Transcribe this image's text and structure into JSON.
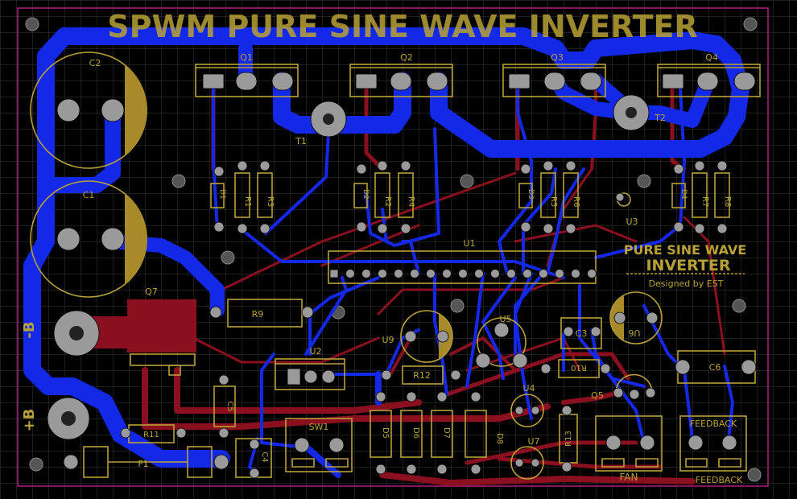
{
  "board": {
    "title": "SPWM PURE SINE WAVE INVERTER",
    "logo_line1": "PURE SINE WAVE",
    "logo_line2": "INVERTER",
    "logo_line3": "Designed by EST"
  },
  "labels": {
    "q1": "Q1",
    "q2": "Q2",
    "q3": "Q3",
    "q4": "Q4",
    "q5": "Q5",
    "q7": "Q7",
    "t1": "T1",
    "t2": "T2",
    "c1": "C1",
    "c2": "C2",
    "c3": "C3",
    "c4": "C4",
    "c5": "C5",
    "c6": "C6",
    "r1": "R1",
    "r3": "R3",
    "r2": "R2",
    "r4": "R4",
    "r5": "R5",
    "r6": "R6",
    "r7": "R7",
    "r8": "R8",
    "r9": "R9",
    "r10": "R10",
    "r11": "R11",
    "r12": "R12",
    "r13": "R13",
    "d1": "D1",
    "d2": "D2",
    "d3": "D3",
    "d4": "D4",
    "d5": "D5",
    "d6": "D6",
    "d7": "D7",
    "d8": "D8",
    "u1": "U1",
    "u2": "U2",
    "u3": "U3",
    "u4": "U4",
    "u5": "U5",
    "u6": "U6",
    "u7": "U7",
    "u9": "U9",
    "f1": "F1",
    "sw1": "SW1",
    "fan": "FAN",
    "feedback_top": "FEEDBACK",
    "feedback_bottom": "FEEDBACK",
    "neg_b": "-B",
    "pos_b": "+B"
  },
  "colors": {
    "top_copper": "#1428e8",
    "bottom_copper": "#8a1020",
    "silkscreen": "#b8a137",
    "pad": "#9a9a9a",
    "grid": "#3a3a3a",
    "outline": "#b0207a"
  }
}
